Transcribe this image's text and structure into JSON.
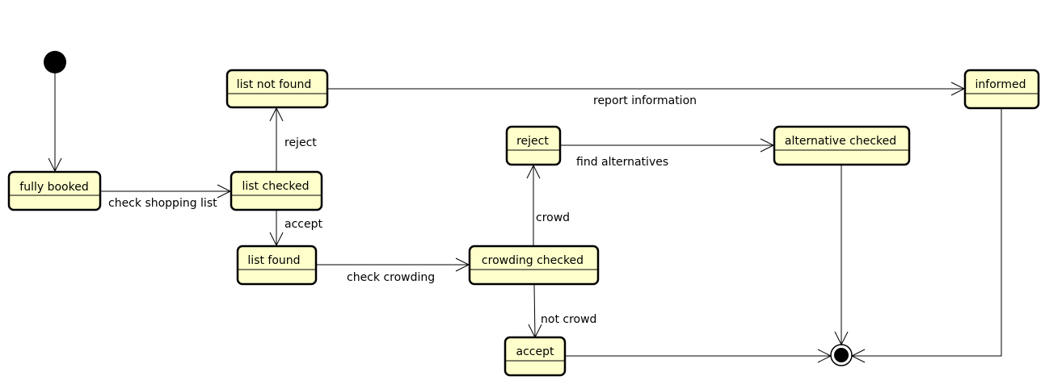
{
  "states": {
    "fully_booked": "fully booked",
    "list_checked": "list checked",
    "list_not_found": "list not found",
    "list_found": "list found",
    "informed": "informed",
    "reject": "reject",
    "alternative_checked": "alternative checked",
    "crowding_checked": "crowding checked",
    "accept": "accept"
  },
  "transitions": {
    "check_shopping_list": "check shopping list",
    "reject": "reject",
    "accept": "accept",
    "report_information": "report information",
    "check_crowding": "check crowding",
    "crowd": "crowd",
    "not_crowd": "not crowd",
    "find_alternatives": "find alternatives"
  },
  "colors": {
    "state_fill": "#ffffcc",
    "stroke": "#000000",
    "background": "#ffffff"
  }
}
